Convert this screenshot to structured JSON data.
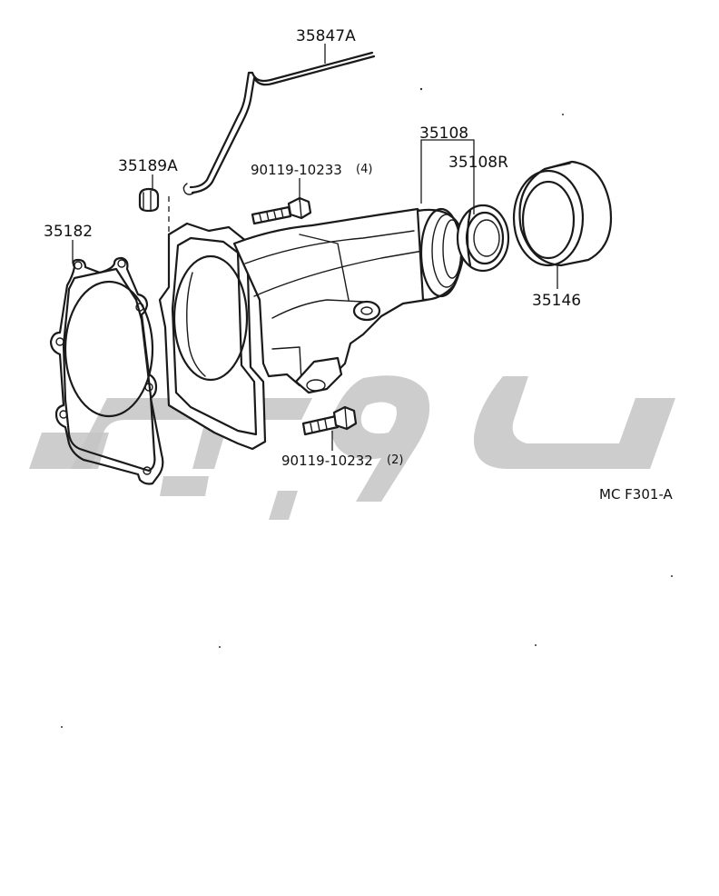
{
  "diagram": {
    "code": "MC F301-A",
    "parts": [
      {
        "number": "35847A",
        "qty": ""
      },
      {
        "number": "35189A",
        "qty": ""
      },
      {
        "number": "90119-10233",
        "qty": "(4)"
      },
      {
        "number": "35108",
        "qty": ""
      },
      {
        "number": "35108R",
        "qty": ""
      },
      {
        "number": "35182",
        "qty": ""
      },
      {
        "number": "35146",
        "qty": ""
      },
      {
        "number": "90119-10232",
        "qty": "(2)"
      }
    ],
    "colors": {
      "ink": "#1a1a1a",
      "watermark": "#c4c4c4",
      "background": "#ffffff"
    }
  }
}
